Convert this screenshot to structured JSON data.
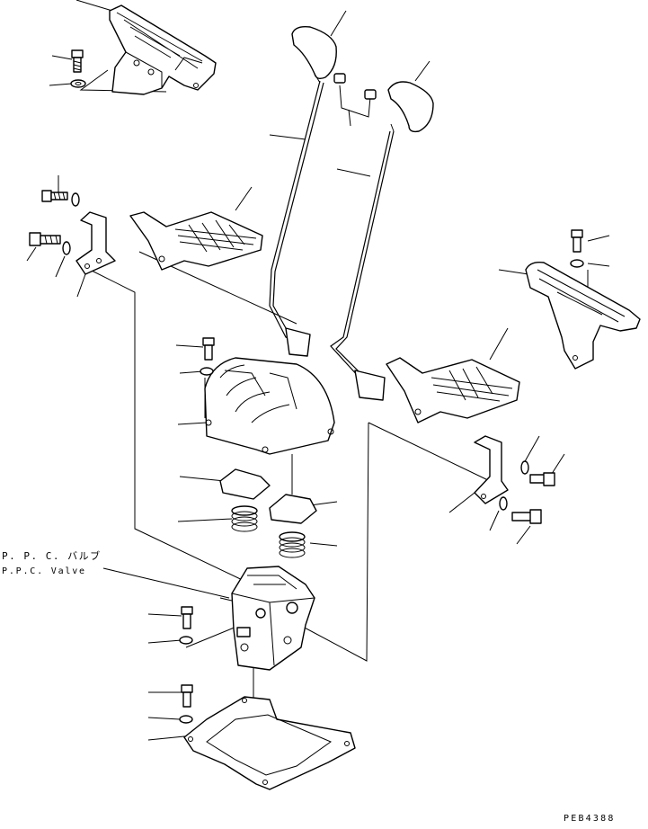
{
  "diagram": {
    "label_ppc_jp": "P. P. C. バルブ",
    "label_ppc_en": "P.P.C. Valve",
    "drawing_code": "PEB4388"
  },
  "icons": [
    "bolt-icon",
    "washer-icon",
    "lever-knob-icon",
    "pedal-icon",
    "spring-icon",
    "valve-icon"
  ]
}
